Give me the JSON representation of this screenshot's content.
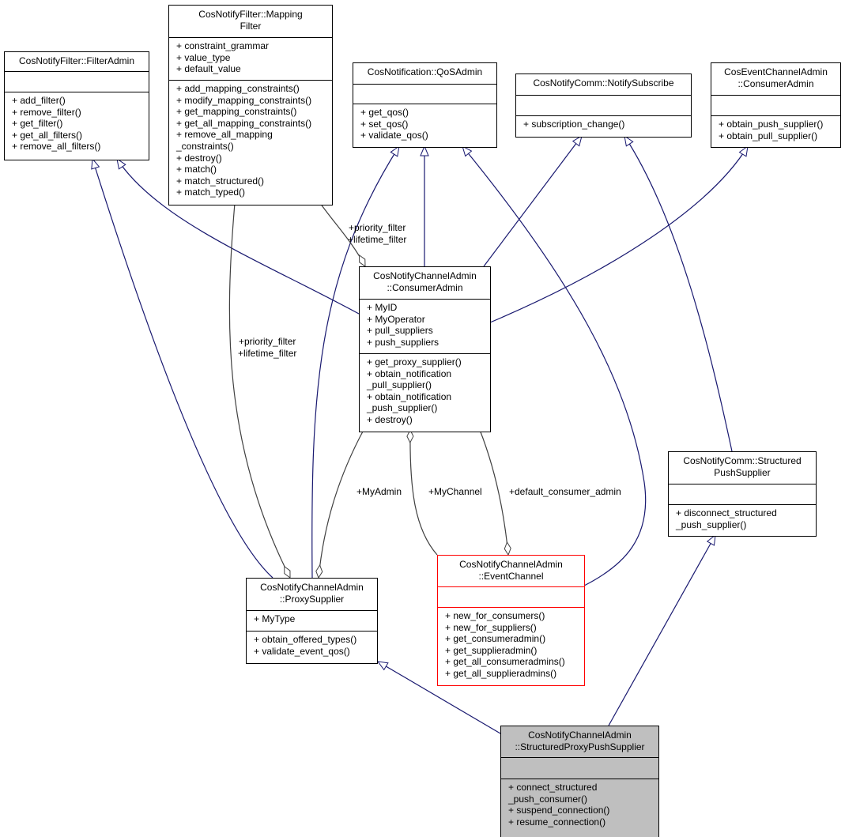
{
  "classes": {
    "filter_admin": {
      "title": [
        "CosNotifyFilter::FilterAdmin"
      ],
      "attributes": [],
      "methods": [
        "+ add_filter()",
        "+ remove_filter()",
        "+ get_filter()",
        "+ get_all_filters()",
        "+ remove_all_filters()"
      ]
    },
    "mapping_filter": {
      "title": [
        "CosNotifyFilter::Mapping",
        "Filter"
      ],
      "attributes": [
        "+ constraint_grammar",
        "+ value_type",
        "+ default_value"
      ],
      "methods": [
        "+ add_mapping_constraints()",
        "+ modify_mapping_constraints()",
        "+ get_mapping_constraints()",
        "+ get_all_mapping_constraints()",
        "+ remove_all_mapping",
        "_constraints()",
        "+ destroy()",
        "+ match()",
        "+ match_structured()",
        "+ match_typed()"
      ]
    },
    "qos_admin": {
      "title": [
        "CosNotification::QoSAdmin"
      ],
      "attributes": [],
      "methods": [
        "+ get_qos()",
        "+ set_qos()",
        "+ validate_qos()"
      ]
    },
    "notify_subscribe": {
      "title": [
        "CosNotifyComm::NotifySubscribe"
      ],
      "attributes": [],
      "methods": [
        "+ subscription_change()"
      ]
    },
    "event_consumer_admin": {
      "title": [
        "CosEventChannelAdmin",
        "::ConsumerAdmin"
      ],
      "attributes": [],
      "methods": [
        "+ obtain_push_supplier()",
        "+ obtain_pull_supplier()"
      ]
    },
    "consumer_admin": {
      "title": [
        "CosNotifyChannelAdmin",
        "::ConsumerAdmin"
      ],
      "attributes": [
        "+ MyID",
        "+ MyOperator",
        "+ pull_suppliers",
        "+ push_suppliers"
      ],
      "methods": [
        "+ get_proxy_supplier()",
        "+ obtain_notification",
        "_pull_supplier()",
        "+ obtain_notification",
        "_push_supplier()",
        "+ destroy()"
      ]
    },
    "structured_push_supplier": {
      "title": [
        "CosNotifyComm::Structured",
        "PushSupplier"
      ],
      "attributes": [],
      "methods": [
        "+ disconnect_structured",
        "_push_supplier()"
      ]
    },
    "proxy_supplier": {
      "title": [
        "CosNotifyChannelAdmin",
        "::ProxySupplier"
      ],
      "attributes": [
        "+ MyType"
      ],
      "methods": [
        "+ obtain_offered_types()",
        "+ validate_event_qos()"
      ]
    },
    "event_channel": {
      "title": [
        "CosNotifyChannelAdmin",
        "::EventChannel"
      ],
      "attributes": [],
      "methods": [
        "+ new_for_consumers()",
        "+ new_for_suppliers()",
        "+ get_consumeradmin()",
        "+ get_supplieradmin()",
        "+ get_all_consumeradmins()",
        "+ get_all_supplieradmins()"
      ]
    },
    "structured_proxy_push_supplier": {
      "title": [
        "CosNotifyChannelAdmin",
        "::StructuredProxyPushSupplier"
      ],
      "attributes": [],
      "methods": [
        "+ connect_structured",
        "_push_consumer()",
        "+ suspend_connection()",
        "+ resume_connection()"
      ]
    }
  },
  "edge_labels": {
    "mf_ca": [
      "+priority_filter",
      "+lifetime_filter"
    ],
    "mf_ps": [
      "+priority_filter",
      "+lifetime_filter"
    ],
    "my_admin": "+MyAdmin",
    "my_channel": "+MyChannel",
    "default_consumer_admin": "+default_consumer_admin"
  },
  "colors": {
    "inheritance": "#191970",
    "association": "#404040",
    "highlight_border": "#ff0000",
    "focus_fill": "#bfbfbf"
  }
}
